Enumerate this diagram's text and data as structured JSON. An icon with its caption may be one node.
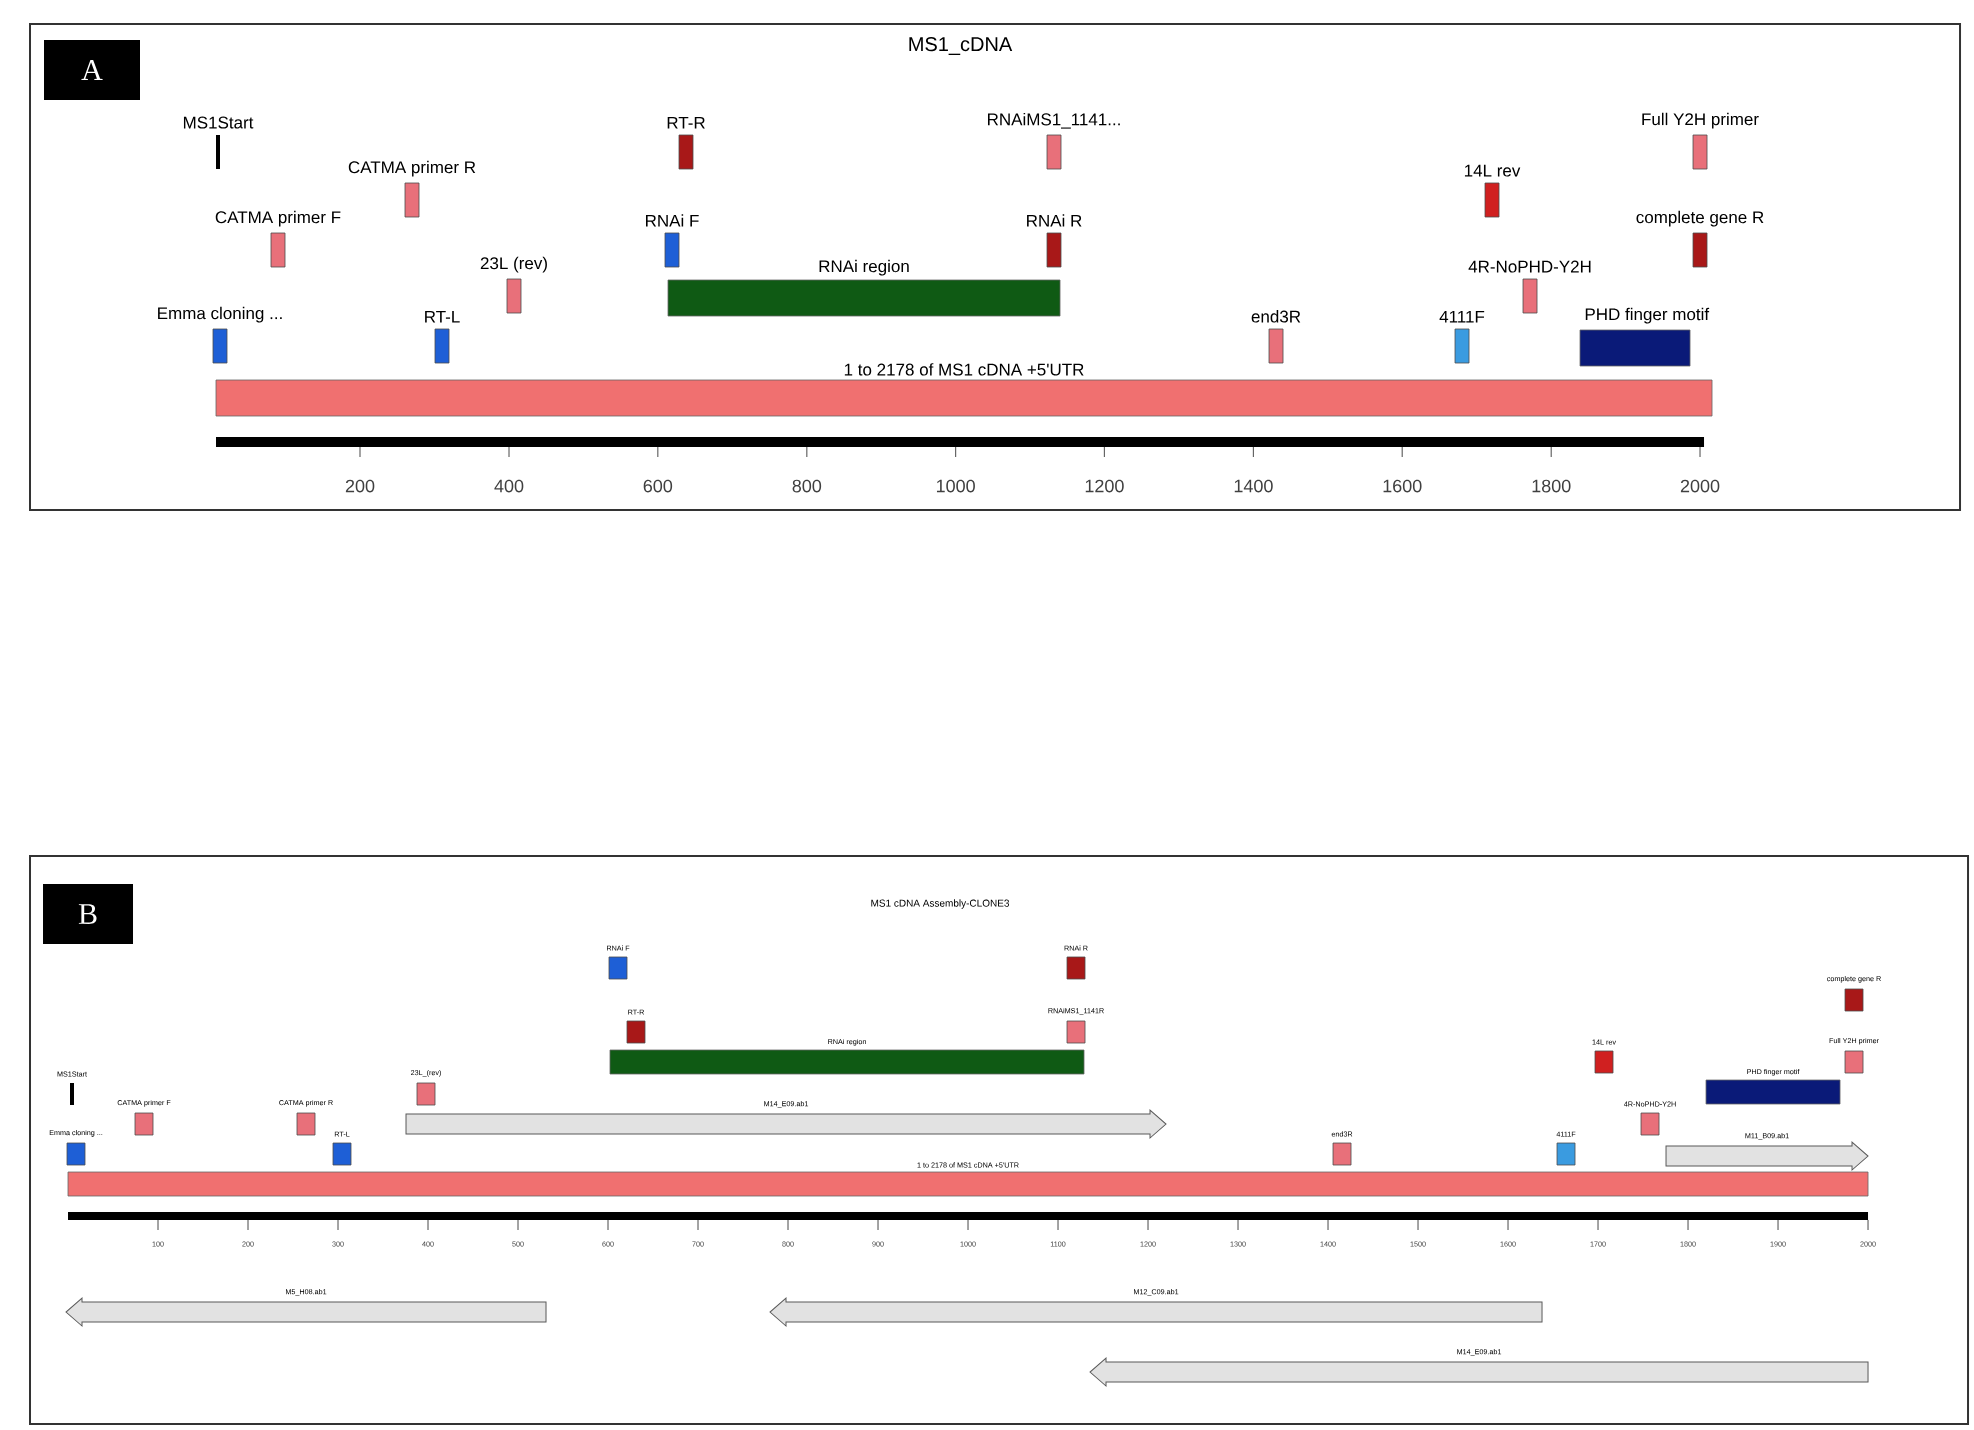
{
  "diagram": {
    "nodes": [
      {
        "text": [
          "MS1_cDNA"
        ]
      },
      {
        "text": [
          "A"
        ],
        "in": 0
      },
      {
        "text": [
          "MS1Start"
        ],
        "in": 0
      },
      {
        "text": [
          "RT-R"
        ],
        "in": 0
      },
      {
        "text": [
          "RNAiMS1_1141..."
        ],
        "in": 0
      },
      {
        "text": [
          "Full Y2H primer"
        ],
        "in": 0
      },
      {
        "text": [
          "CATMA primer R"
        ],
        "in": 0
      },
      {
        "text": [
          "14L rev"
        ],
        "in": 0
      },
      {
        "text": [
          "CATMA primer F"
        ],
        "in": 0
      },
      {
        "text": [
          "RNAi F"
        ],
        "in": 0
      },
      {
        "text": [
          "RNAi R"
        ],
        "in": 0
      },
      {
        "text": [
          "complete gene R"
        ],
        "in": 0
      },
      {
        "text": [
          "23L (rev)"
        ],
        "in": 0
      },
      {
        "text": [
          "RNAi region"
        ],
        "in": 0
      },
      {
        "text": [
          "4R-NoPHD-Y2H"
        ],
        "in": 0
      },
      {
        "text": [
          "Emma cloning ..."
        ],
        "in": 0
      },
      {
        "text": [
          "RT-L"
        ],
        "in": 0
      },
      {
        "text": [
          "end3R"
        ],
        "in": 0
      },
      {
        "text": [
          "4111F"
        ],
        "in": 0
      },
      {
        "text": [
          "PHD finger motif"
        ],
        "in": 0
      },
      {
        "text": [
          "1 to 2178 of MS1 cDNA +5'UTR"
        ],
        "in": 0
      },
      {
        "text": [
          "MS1 cDNA Assembly-CLONE3"
        ]
      },
      {
        "text": [
          "B"
        ],
        "in": 21
      },
      {
        "text": [
          "RNAi F"
        ],
        "in": 21
      },
      {
        "text": [
          "RNAi R"
        ],
        "in": 21
      },
      {
        "text": [
          "complete gene R"
        ],
        "in": 21
      },
      {
        "text": [
          "RT-R"
        ],
        "in": 21
      },
      {
        "text": [
          "RNAiMS1_1141R"
        ],
        "in": 21
      },
      {
        "text": [
          "RNAi region"
        ],
        "in": 21
      },
      {
        "text": [
          "14L rev"
        ],
        "in": 21
      },
      {
        "text": [
          "Full Y2H primer"
        ],
        "in": 21
      },
      {
        "text": [
          "MS1Start"
        ],
        "in": 21
      },
      {
        "text": [
          "23L_(rev)"
        ],
        "in": 21
      },
      {
        "text": [
          "PHD finger motif"
        ],
        "in": 21
      },
      {
        "text": [
          "CATMA primer F"
        ],
        "in": 21
      },
      {
        "text": [
          "CATMA primer R"
        ],
        "in": 21
      },
      {
        "text": [
          "M14_E09.ab1"
        ],
        "in": 21
      },
      {
        "text": [
          "4R-NoPHD-Y2H"
        ],
        "in": 21
      },
      {
        "text": [
          "Emma cloning ..."
        ],
        "in": 21
      },
      {
        "text": [
          "RT-L"
        ],
        "in": 21
      },
      {
        "text": [
          "end3R"
        ],
        "in": 21
      },
      {
        "text": [
          "4111F"
        ],
        "in": 21
      },
      {
        "text": [
          "M11_B09.ab1"
        ],
        "in": 21
      },
      {
        "text": [
          "1 to 2178 of MS1 cDNA +5'UTR"
        ],
        "in": 21
      },
      {
        "text": [
          "M5_H08.ab1"
        ],
        "in": 21
      },
      {
        "text": [
          "M12_C09.ab1"
        ],
        "in": 21
      },
      {
        "text": [
          "M14_E09.ab1"
        ],
        "in": 21
      }
    ],
    "labels": [
      "200",
      "400",
      "600",
      "800",
      "1000",
      "1200",
      "1400",
      "1600",
      "1800",
      "2000",
      "100",
      "200",
      "300",
      "400",
      "500",
      "600",
      "700",
      "800",
      "900",
      "1000",
      "1100",
      "1200",
      "1300",
      "1400",
      "1500",
      "1600",
      "1700",
      "1800",
      "1900",
      "2000"
    ]
  }
}
